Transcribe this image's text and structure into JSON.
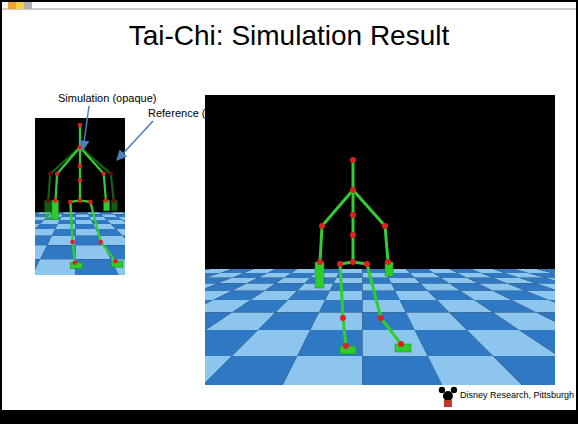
{
  "diagram": {
    "title": "Tai-Chi: Simulation Result",
    "labels": [
      "Simulation (opaque)",
      "Reference (transparent)",
      "Disney Research, Pittsburgh"
    ]
  }
}
